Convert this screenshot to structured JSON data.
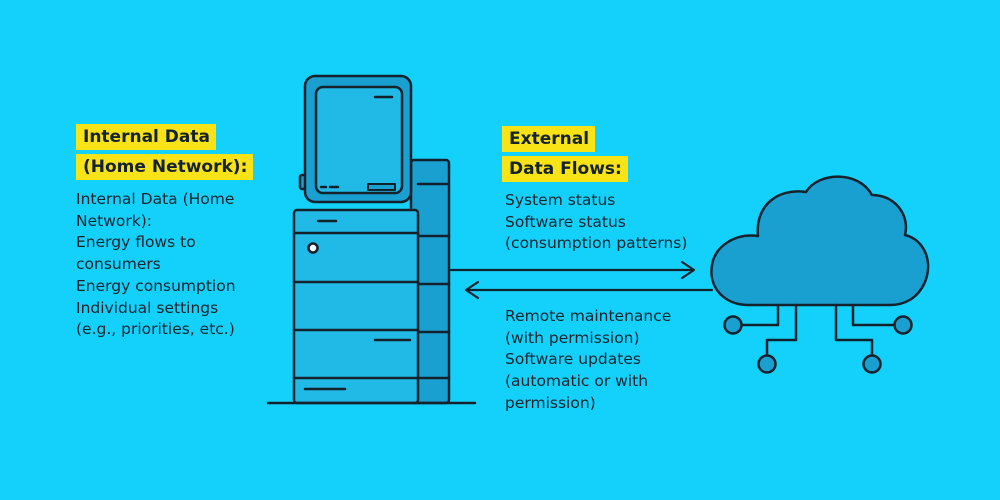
{
  "internal": {
    "heading_lines": [
      "Internal Data",
      "(Home Network):"
    ],
    "items": [
      "Internal Data (Home",
      "Network):",
      "Energy flows to",
      "consumers",
      "Energy consumption",
      "Individual settings",
      "(e.g., priorities, etc.)"
    ]
  },
  "external": {
    "heading_lines": [
      "External",
      "Data Flows:"
    ],
    "outgoing": [
      "System status",
      "Software status",
      "(consumption patterns)"
    ],
    "incoming": [
      "Remote maintenance",
      "(with permission)",
      "Software updates",
      "(automatic or with",
      "permission)"
    ]
  },
  "colors": {
    "background": "#14d1fc",
    "highlight": "#f8e316",
    "device_fill": "#1a9fd1",
    "device_light": "#21b9e6",
    "outline": "#14222b"
  },
  "icons": {
    "device": "home-energy-server-icon",
    "cloud": "cloud-network-icon"
  }
}
